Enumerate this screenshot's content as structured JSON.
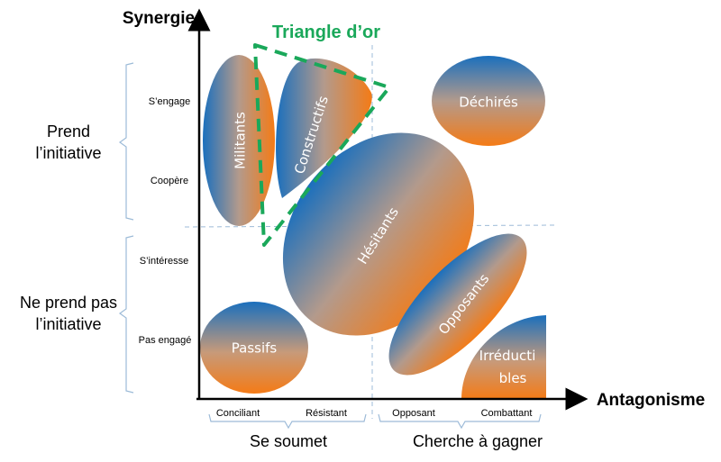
{
  "axes": {
    "y_title": "Synergie",
    "x_title": "Antagonisme"
  },
  "annotation": {
    "triangle_title": "Triangle d’or",
    "triangle_color": "#1aa85a"
  },
  "left_groups": [
    {
      "label_lines": [
        "Prend",
        "l’initiative"
      ]
    },
    {
      "label_lines": [
        "Ne prend pas",
        "l’initiative"
      ]
    }
  ],
  "y_levels": [
    "S’engage",
    "Coopère",
    "S’intéresse",
    "Pas engagé"
  ],
  "x_levels": [
    "Conciliant",
    "Résistant",
    "Opposant",
    "Combattant"
  ],
  "bottom_groups": [
    "Se soumet",
    "Cherche à gagner"
  ],
  "shapes": {
    "militants": "Militants",
    "constructifs": "Constructifs",
    "dechires": "Déchirés",
    "hesitants": "Hésitants",
    "opposants": "Opposants",
    "passifs": "Passifs",
    "irreductibles_lines": [
      "Irréducti",
      "bles"
    ]
  },
  "colors": {
    "blue": "#1a6fbd",
    "orange": "#f47b16",
    "bracket": "#9dbbd8",
    "guide": "#9dbbd8"
  }
}
